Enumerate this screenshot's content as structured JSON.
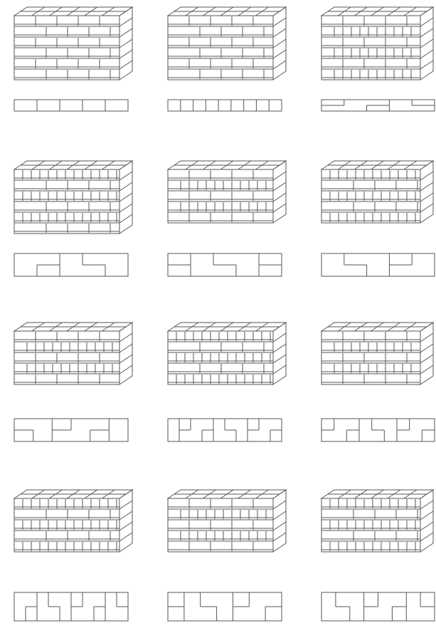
{
  "sheet": {
    "background": "#ffffff",
    "ink": "#555555",
    "label_text": []
  },
  "figures": [
    {
      "row": 1,
      "column": 1,
      "view": "axonometric",
      "courses": 6,
      "plan_rows": 1,
      "plan_units": 5
    },
    {
      "row": 1,
      "column": 2,
      "view": "axonometric",
      "courses": 6,
      "plan_rows": 1,
      "plan_units": 9
    },
    {
      "row": 1,
      "column": 3,
      "view": "axonometric",
      "courses": 6,
      "plan_rows": 2,
      "plan_units": 5
    },
    {
      "row": 2,
      "column": 1,
      "view": "axonometric",
      "courses": 6,
      "plan_rows": 2,
      "plan_units": 5
    },
    {
      "row": 2,
      "column": 2,
      "view": "axonometric",
      "courses": 5,
      "plan_rows": 2,
      "plan_units": 5
    },
    {
      "row": 2,
      "column": 3,
      "view": "axonometric",
      "courses": 5,
      "plan_rows": 2,
      "plan_units": 5
    },
    {
      "row": 3,
      "column": 1,
      "view": "axonometric",
      "courses": 5,
      "plan_rows": 2,
      "plan_units": 6
    },
    {
      "row": 3,
      "column": 2,
      "view": "axonometric",
      "courses": 5,
      "plan_rows": 2,
      "plan_units": 10
    },
    {
      "row": 3,
      "column": 3,
      "view": "axonometric",
      "courses": 5,
      "plan_rows": 2,
      "plan_units": 9
    },
    {
      "row": 4,
      "column": 1,
      "view": "axonometric",
      "courses": 5,
      "plan_rows": 2,
      "plan_units": 10
    },
    {
      "row": 4,
      "column": 2,
      "view": "axonometric",
      "courses": 5,
      "plan_rows": 2,
      "plan_units": 7
    },
    {
      "row": 4,
      "column": 3,
      "view": "axonometric",
      "courses": 5,
      "plan_rows": 2,
      "plan_units": 8
    }
  ]
}
